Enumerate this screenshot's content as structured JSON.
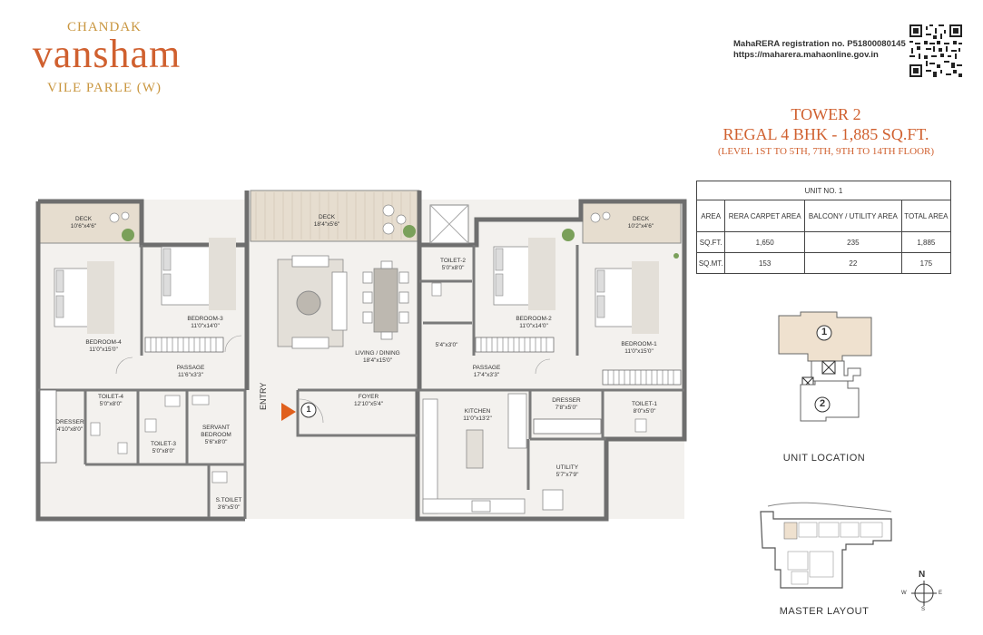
{
  "brand": {
    "top": "CHANDAK",
    "name": "vansham",
    "location": "VILE PARLE (W)"
  },
  "rera": {
    "line1": "MahaRERA registration no. P51800080145",
    "line2": "https://maharera.mahaonline.gov.in"
  },
  "heading": {
    "tower": "TOWER 2",
    "unit_type": "REGAL 4 BHK - 1,885 SQ.FT.",
    "levels": "(LEVEL 1ST  TO 5TH, 7TH, 9TH TO 14TH FLOOR)"
  },
  "area_table": {
    "unit": "UNIT NO. 1",
    "headers": [
      "AREA",
      "RERA CARPET AREA",
      "BALCONY / UTILITY AREA",
      "TOTAL AREA"
    ],
    "rows": [
      [
        "SQ.FT.",
        "1,650",
        "235",
        "1,885"
      ],
      [
        "SQ.MT.",
        "153",
        "22",
        "175"
      ]
    ]
  },
  "rooms": {
    "deck_left": {
      "name": "DECK",
      "size": "10'6\"x4'6\""
    },
    "deck_center": {
      "name": "DECK",
      "size": "18'4\"x5'6\""
    },
    "deck_right": {
      "name": "DECK",
      "size": "10'2\"x4'6\""
    },
    "bedroom4": {
      "name": "BEDROOM-4",
      "size": "11'0\"x15'0\""
    },
    "bedroom3": {
      "name": "BEDROOM-3",
      "size": "11'0\"x14'0\""
    },
    "living": {
      "name": "LIVING / DINING",
      "size": "18'4\"x15'0\""
    },
    "toilet2": {
      "name": "TOILET-2",
      "size": "5'0\"x8'0\""
    },
    "bedroom2": {
      "name": "BEDROOM-2",
      "size": "11'0\"x14'0\""
    },
    "bedroom1": {
      "name": "BEDROOM-1",
      "size": "11'0\"x15'0\""
    },
    "passage_left": {
      "name": "PASSAGE",
      "size": "11'6\"x3'3\""
    },
    "passage_right": {
      "name": "PASSAGE",
      "size": "17'4\"x3'3\""
    },
    "small_passage": {
      "size": "5'4\"x3'0\""
    },
    "toilet4": {
      "name": "TOILET-4",
      "size": "5'0\"x8'0\""
    },
    "toilet3": {
      "name": "TOILET-3",
      "size": "5'0\"x8'0\""
    },
    "servant": {
      "name": "SERVANT BEDROOM",
      "size": "5'6\"x8'0\""
    },
    "dresser_left": {
      "name": "DRESSER",
      "size": "4'10\"x8'0\""
    },
    "stoilet": {
      "name": "S.TOILET",
      "size": "3'6\"x5'0\""
    },
    "foyer": {
      "name": "FOYER",
      "size": "12'10\"x5'4\""
    },
    "kitchen": {
      "name": "KITCHEN",
      "size": "11'0\"x13'2\""
    },
    "dresser_right": {
      "name": "DRESSER",
      "size": "7'8\"x5'0\""
    },
    "toilet1": {
      "name": "TOILET-1",
      "size": "8'0\"x5'0\""
    },
    "utility": {
      "name": "UTILITY",
      "size": "5'7\"x7'9\""
    }
  },
  "entry": {
    "label": "ENTRY",
    "unit_marker": "1"
  },
  "unit_location": {
    "label": "UNIT LOCATION",
    "markers": [
      "1",
      "2"
    ]
  },
  "master_layout": {
    "label": "MASTER LAYOUT",
    "compass": {
      "n": "N",
      "s": "S",
      "e": "E",
      "w": "W"
    }
  },
  "colors": {
    "accent_orange": "#d0602f",
    "gold": "#c9963f",
    "wall": "#6e6e6e",
    "floor": "#f3f1ee",
    "deck": "#e8e0d3",
    "highlight_unit": "#efe1cf"
  }
}
